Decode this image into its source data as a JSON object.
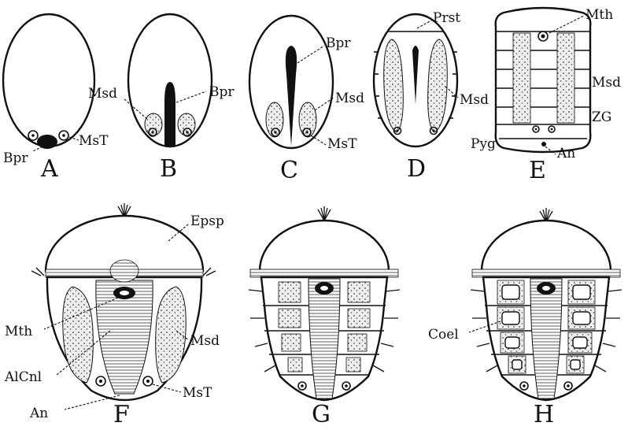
{
  "panels": [
    "A",
    "B",
    "C",
    "D",
    "E",
    "F",
    "G",
    "H"
  ],
  "labels": {
    "bpr": "Bpr",
    "mst": "MsT",
    "msd": "Msd",
    "prst": "Prst",
    "mth": "Mth",
    "zg": "ZG",
    "pyg": "Pyg",
    "an": "An",
    "epsp": "Epsp",
    "alcnl": "AlCnl",
    "coel": "Coel"
  }
}
